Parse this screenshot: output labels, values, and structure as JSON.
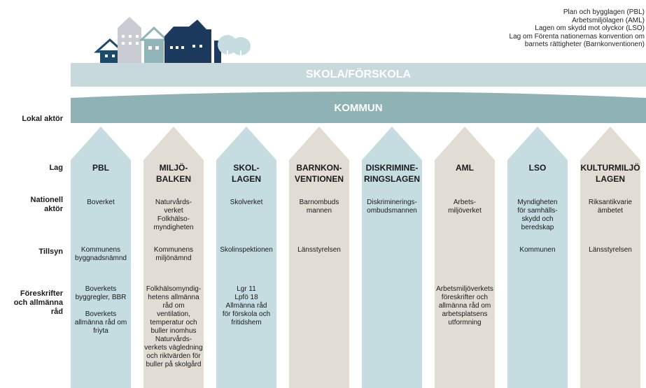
{
  "legend": [
    "Plan och bygglagen (PBL)",
    "Arbetsmiljölagen (AML)",
    "Lagen om skydd mot olyckor (LSO)",
    "Lag om Förenta nationernas konvention om",
    "barnets rättigheter (Barnkonventionen)"
  ],
  "bands": {
    "skola": "SKOLA/FÖRSKOLA",
    "kommun": "KOMMUN"
  },
  "row_labels": {
    "lokal": "Lokal aktör",
    "lag": "Lag",
    "nationell": [
      "Nationell",
      "aktör"
    ],
    "tillsyn": "Tillsyn",
    "foreskrifter": [
      "Föreskrifter",
      "och allmänna",
      "råd"
    ]
  },
  "columns": [
    {
      "title": [
        "PBL"
      ],
      "nationell": [
        "Boverket"
      ],
      "tillsyn": [
        "Kommunens",
        "byggnadsnämnd"
      ],
      "foreskrifter": [
        "Boverkets",
        "byggregler, BBR",
        "",
        "Boverkets",
        "allmänna råd om",
        "friyta"
      ],
      "color": "#c5dce1"
    },
    {
      "title": [
        "MILJÖ-",
        "BALKEN"
      ],
      "nationell": [
        "Naturvårds-",
        "verket",
        "Folkhälso-",
        "myndigheten"
      ],
      "tillsyn": [
        "Kommunens",
        "miljönämnd"
      ],
      "foreskrifter": [
        "Folkhälsomyndig-",
        "hetens allmänna",
        "råd om",
        "ventilation,",
        "temperatur och",
        "buller inomhus",
        "Naturvårds-",
        "verkets vägledning",
        "och riktvärden för",
        "buller på skolgård"
      ],
      "color": "#e2ddd4"
    },
    {
      "title": [
        "SKOL-",
        "LAGEN"
      ],
      "nationell": [
        "Skolverket"
      ],
      "tillsyn": [
        "Skolinspektionen"
      ],
      "foreskrifter": [
        "Lgr 11",
        "Lpfö 18",
        "Allmänna råd",
        "för förskola och",
        "fritidshem"
      ],
      "color": "#c5dce1"
    },
    {
      "title": [
        "BARNKON-",
        "VENTIONEN"
      ],
      "nationell": [
        "Barnombuds",
        "mannen"
      ],
      "tillsyn": [
        "Länsstyrelsen"
      ],
      "foreskrifter": [],
      "color": "#e2ddd4"
    },
    {
      "title": [
        "DISKRIMINE-",
        "RINGSLAGEN"
      ],
      "nationell": [
        "Diskriminerings-",
        "ombudsmannen"
      ],
      "tillsyn": [],
      "foreskrifter": [],
      "color": "#c5dce1"
    },
    {
      "title": [
        "AML"
      ],
      "nationell": [
        "Arbets-",
        "miljöverket"
      ],
      "tillsyn": [],
      "foreskrifter": [
        "Arbetsmiljöverkets",
        "föreskrifter och",
        "allmänna råd om",
        "arbetsplatsens",
        "utformning"
      ],
      "color": "#e2ddd4"
    },
    {
      "title": [
        "LSO"
      ],
      "nationell": [
        "Myndigheten",
        "för samhälls-",
        "skydd och",
        "beredskap"
      ],
      "tillsyn": [
        "Kommunen"
      ],
      "foreskrifter": [],
      "color": "#c5dce1"
    },
    {
      "title": [
        "KULTURMILJÖ",
        "LAGEN"
      ],
      "nationell": [
        "Riksantikvarie",
        "ämbetet"
      ],
      "tillsyn": [
        "Länsstyrelsen"
      ],
      "foreskrifter": [],
      "color": "#e2ddd4"
    }
  ]
}
